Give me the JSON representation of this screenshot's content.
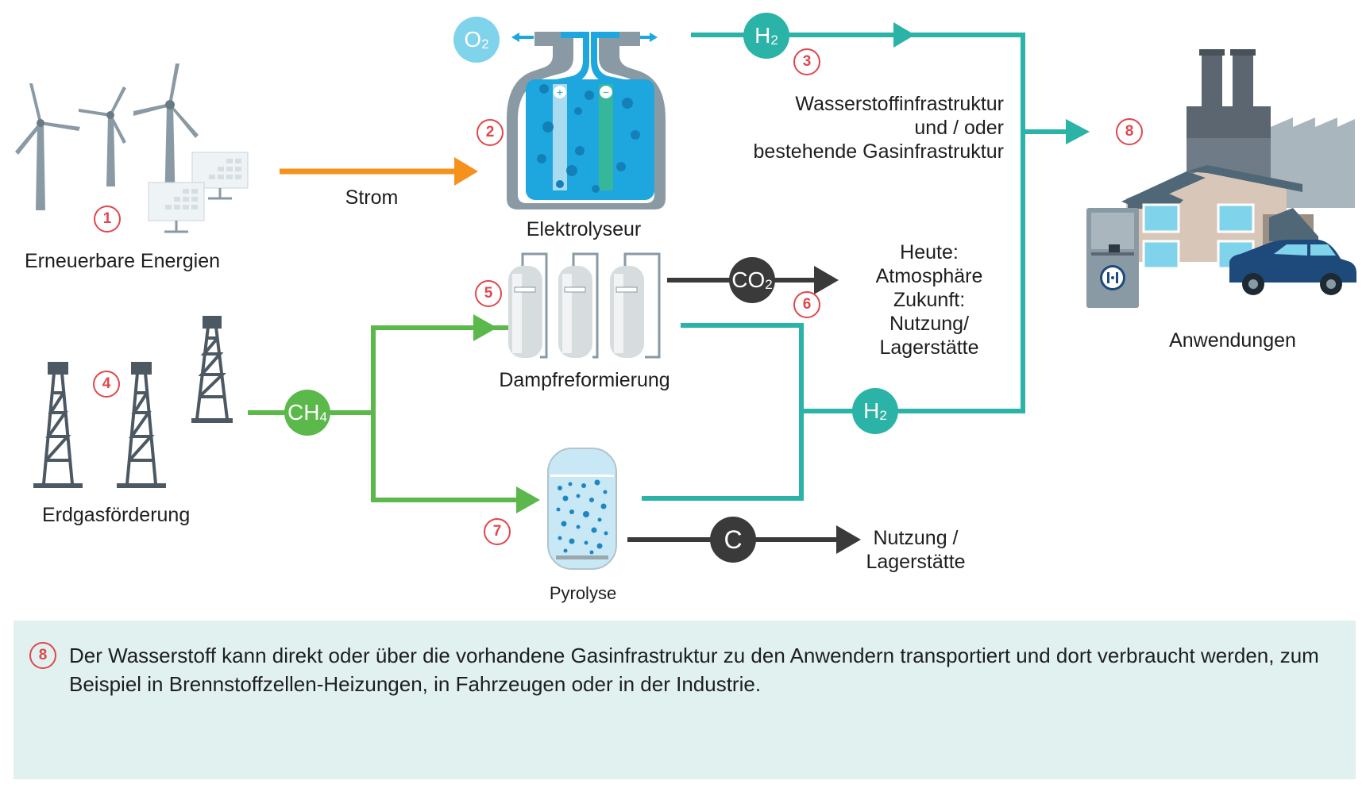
{
  "labels": {
    "renewables": "Erneuerbare Energien",
    "power": "Strom",
    "electrolyzer": "Elektrolyseur",
    "infrastructure": [
      "Wasserstoffinfrastruktur",
      "und / oder",
      "bestehende Gasinfrastruktur"
    ],
    "applications": "Anwendungen",
    "gas_production": "Erdgasförderung",
    "steam_reforming": "Dampfreformierung",
    "co2_destination": [
      "Heute:",
      "Atmosphäre",
      "Zukunft:",
      "Nutzung/",
      "Lagerstätte"
    ],
    "pyrolysis": "Pyrolyse",
    "carbon_destination": [
      "Nutzung /",
      "Lagerstätte"
    ]
  },
  "bubbles": {
    "o2": {
      "main": "O",
      "sub": "2"
    },
    "h2_top": {
      "main": "H",
      "sub": "2"
    },
    "co2": {
      "main": "CO",
      "sub": "2"
    },
    "ch4": {
      "main": "CH",
      "sub": "4"
    },
    "h2_bottom": {
      "main": "H",
      "sub": "2"
    },
    "c": {
      "main": "C",
      "sub": ""
    }
  },
  "steps": {
    "renewables": "1",
    "electrolyzer": "2",
    "transport": "3",
    "gas": "4",
    "reforming": "5",
    "co2": "6",
    "pyrolysis": "7",
    "applications": "8"
  },
  "electrode_signs": {
    "plus": "+",
    "minus": "−"
  },
  "info": {
    "step": "8",
    "text": "Der Wasserstoff kann direkt oder über die vorhandene Gasinfrastruktur zu den Anwendern transportiert und dort verbraucht werden, zum Beispiel in Brennstoffzellen-Heizungen, in Fahrzeugen oder in der Industrie."
  },
  "colors": {
    "hydrogen_line": "#2ab3a6",
    "methane_line": "#5bb84a",
    "power_line": "#f5921e",
    "carbon_line": "#3a3a3a",
    "oxygen_bubble": "#7fd3ea",
    "step_number": "#e0474c",
    "info_background": "#e1f1f0"
  }
}
